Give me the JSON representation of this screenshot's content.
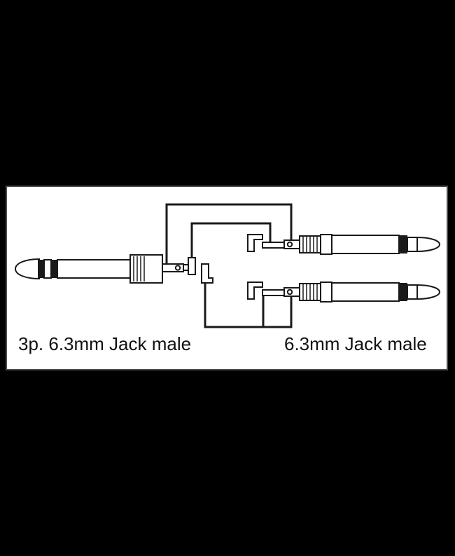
{
  "labels": {
    "left": "3p. 6.3mm Jack male",
    "right": "6.3mm Jack male"
  },
  "diagram": {
    "type": "cable-wiring-diagram",
    "left_connector": "3p. 6.3mm Jack male (stereo TRS plug, pointing left)",
    "right_connector_top": "6.3mm Jack male (mono TS plug, pointing right)",
    "right_connector_bottom": "6.3mm Jack male (mono TS plug, pointing right)",
    "wires": "stereo plug lugs routed to two mono plug lugs via rectangular paths"
  },
  "colors": {
    "background": "#000000",
    "panel_background": "#ffffff",
    "line": "#1a1a1a",
    "panel_border": "#4d4d4d"
  }
}
